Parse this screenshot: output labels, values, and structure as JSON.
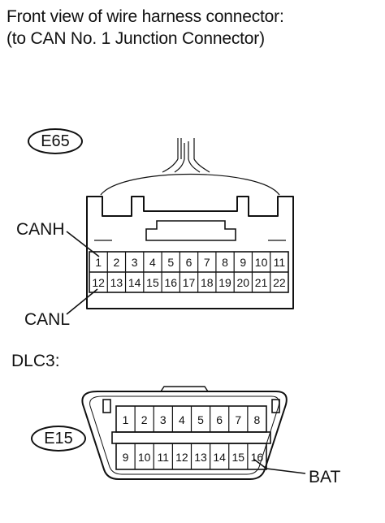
{
  "heading": {
    "line1": "Front view of wire harness connector:",
    "line2": "(to CAN No. 1 Junction Connector)"
  },
  "connector_e65": {
    "code": "E65",
    "row1": [
      "1",
      "2",
      "3",
      "4",
      "5",
      "6",
      "7",
      "8",
      "9",
      "10",
      "11"
    ],
    "row2": [
      "12",
      "13",
      "14",
      "15",
      "16",
      "17",
      "18",
      "19",
      "20",
      "21",
      "22"
    ],
    "callout_canh": "CANH",
    "callout_canl": "CANL"
  },
  "dlc3": {
    "label": "DLC3:",
    "code": "E15",
    "row1": [
      "1",
      "2",
      "3",
      "4",
      "5",
      "6",
      "7",
      "8"
    ],
    "row2": [
      "9",
      "10",
      "11",
      "12",
      "13",
      "14",
      "15",
      "16"
    ],
    "callout_bat": "BAT"
  }
}
